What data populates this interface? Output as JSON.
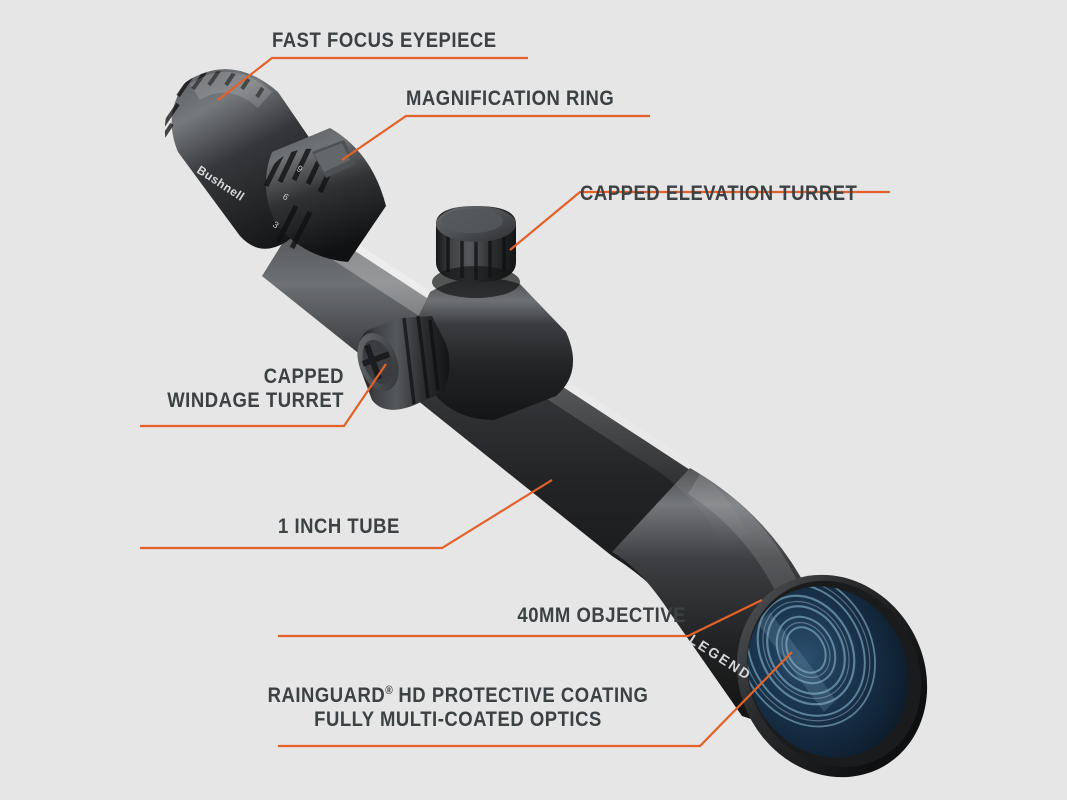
{
  "figure": {
    "title": "Bushnell Legend riflescope annotated feature diagram",
    "background_color": "#e6e6e6",
    "accent_color": "#e2622a",
    "text_color": "#3c4144"
  },
  "product": {
    "brand_mark": "Bushnell",
    "model_mark": "LEGEND",
    "body_color": "#2c2d2f",
    "lens_color": "#1d3a55"
  },
  "callouts": [
    {
      "id": "fast-focus-eyepiece",
      "lines": [
        "FAST FOCUS EYEPIECE"
      ],
      "align": "left"
    },
    {
      "id": "magnification-ring",
      "lines": [
        "MAGNIFICATION RING"
      ],
      "align": "left"
    },
    {
      "id": "capped-elevation-turret",
      "lines": [
        "CAPPED ELEVATION TURRET"
      ],
      "align": "left"
    },
    {
      "id": "capped-windage-turret",
      "lines": [
        "CAPPED",
        "WINDAGE TURRET"
      ],
      "align": "right"
    },
    {
      "id": "one-inch-tube",
      "lines": [
        "1 INCH TUBE"
      ],
      "align": "left"
    },
    {
      "id": "forty-mm-objective",
      "lines": [
        "40MM OBJECTIVE"
      ],
      "align": "right"
    },
    {
      "id": "rainguard-coating",
      "lines_rich": [
        {
          "pre": "RAINGUARD",
          "sup": "®",
          "post": " HD  PROTECTIVE COATING"
        },
        {
          "pre": "FULLY MULTI-COATED OPTICS",
          "sup": "",
          "post": ""
        }
      ],
      "align": "center"
    }
  ]
}
